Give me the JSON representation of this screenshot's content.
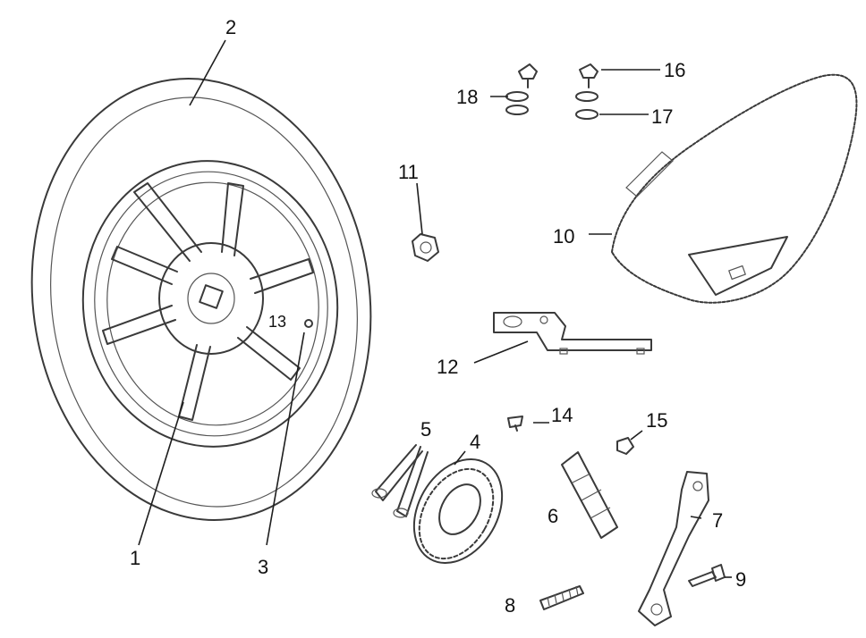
{
  "callouts": {
    "c1": "1",
    "c2": "2",
    "c3": "3",
    "c4": "4",
    "c5": "5",
    "c6": "6",
    "c7": "7",
    "c8": "8",
    "c9": "9",
    "c10": "10",
    "c11": "11",
    "c12": "12",
    "c13": "13",
    "c14": "14",
    "c15": "15",
    "c16": "16",
    "c17": "17",
    "c18": "18"
  },
  "colors": {
    "background": "#ffffff",
    "line": "#3a3a3a",
    "text": "#111111"
  },
  "icons": {
    "wheel": "rear-wheel-assembly",
    "tire": "tire",
    "cover": "seat-cover",
    "bracket": "mounting-bracket",
    "lock": "seat-lock",
    "bolts": "bolt-washer-set"
  }
}
